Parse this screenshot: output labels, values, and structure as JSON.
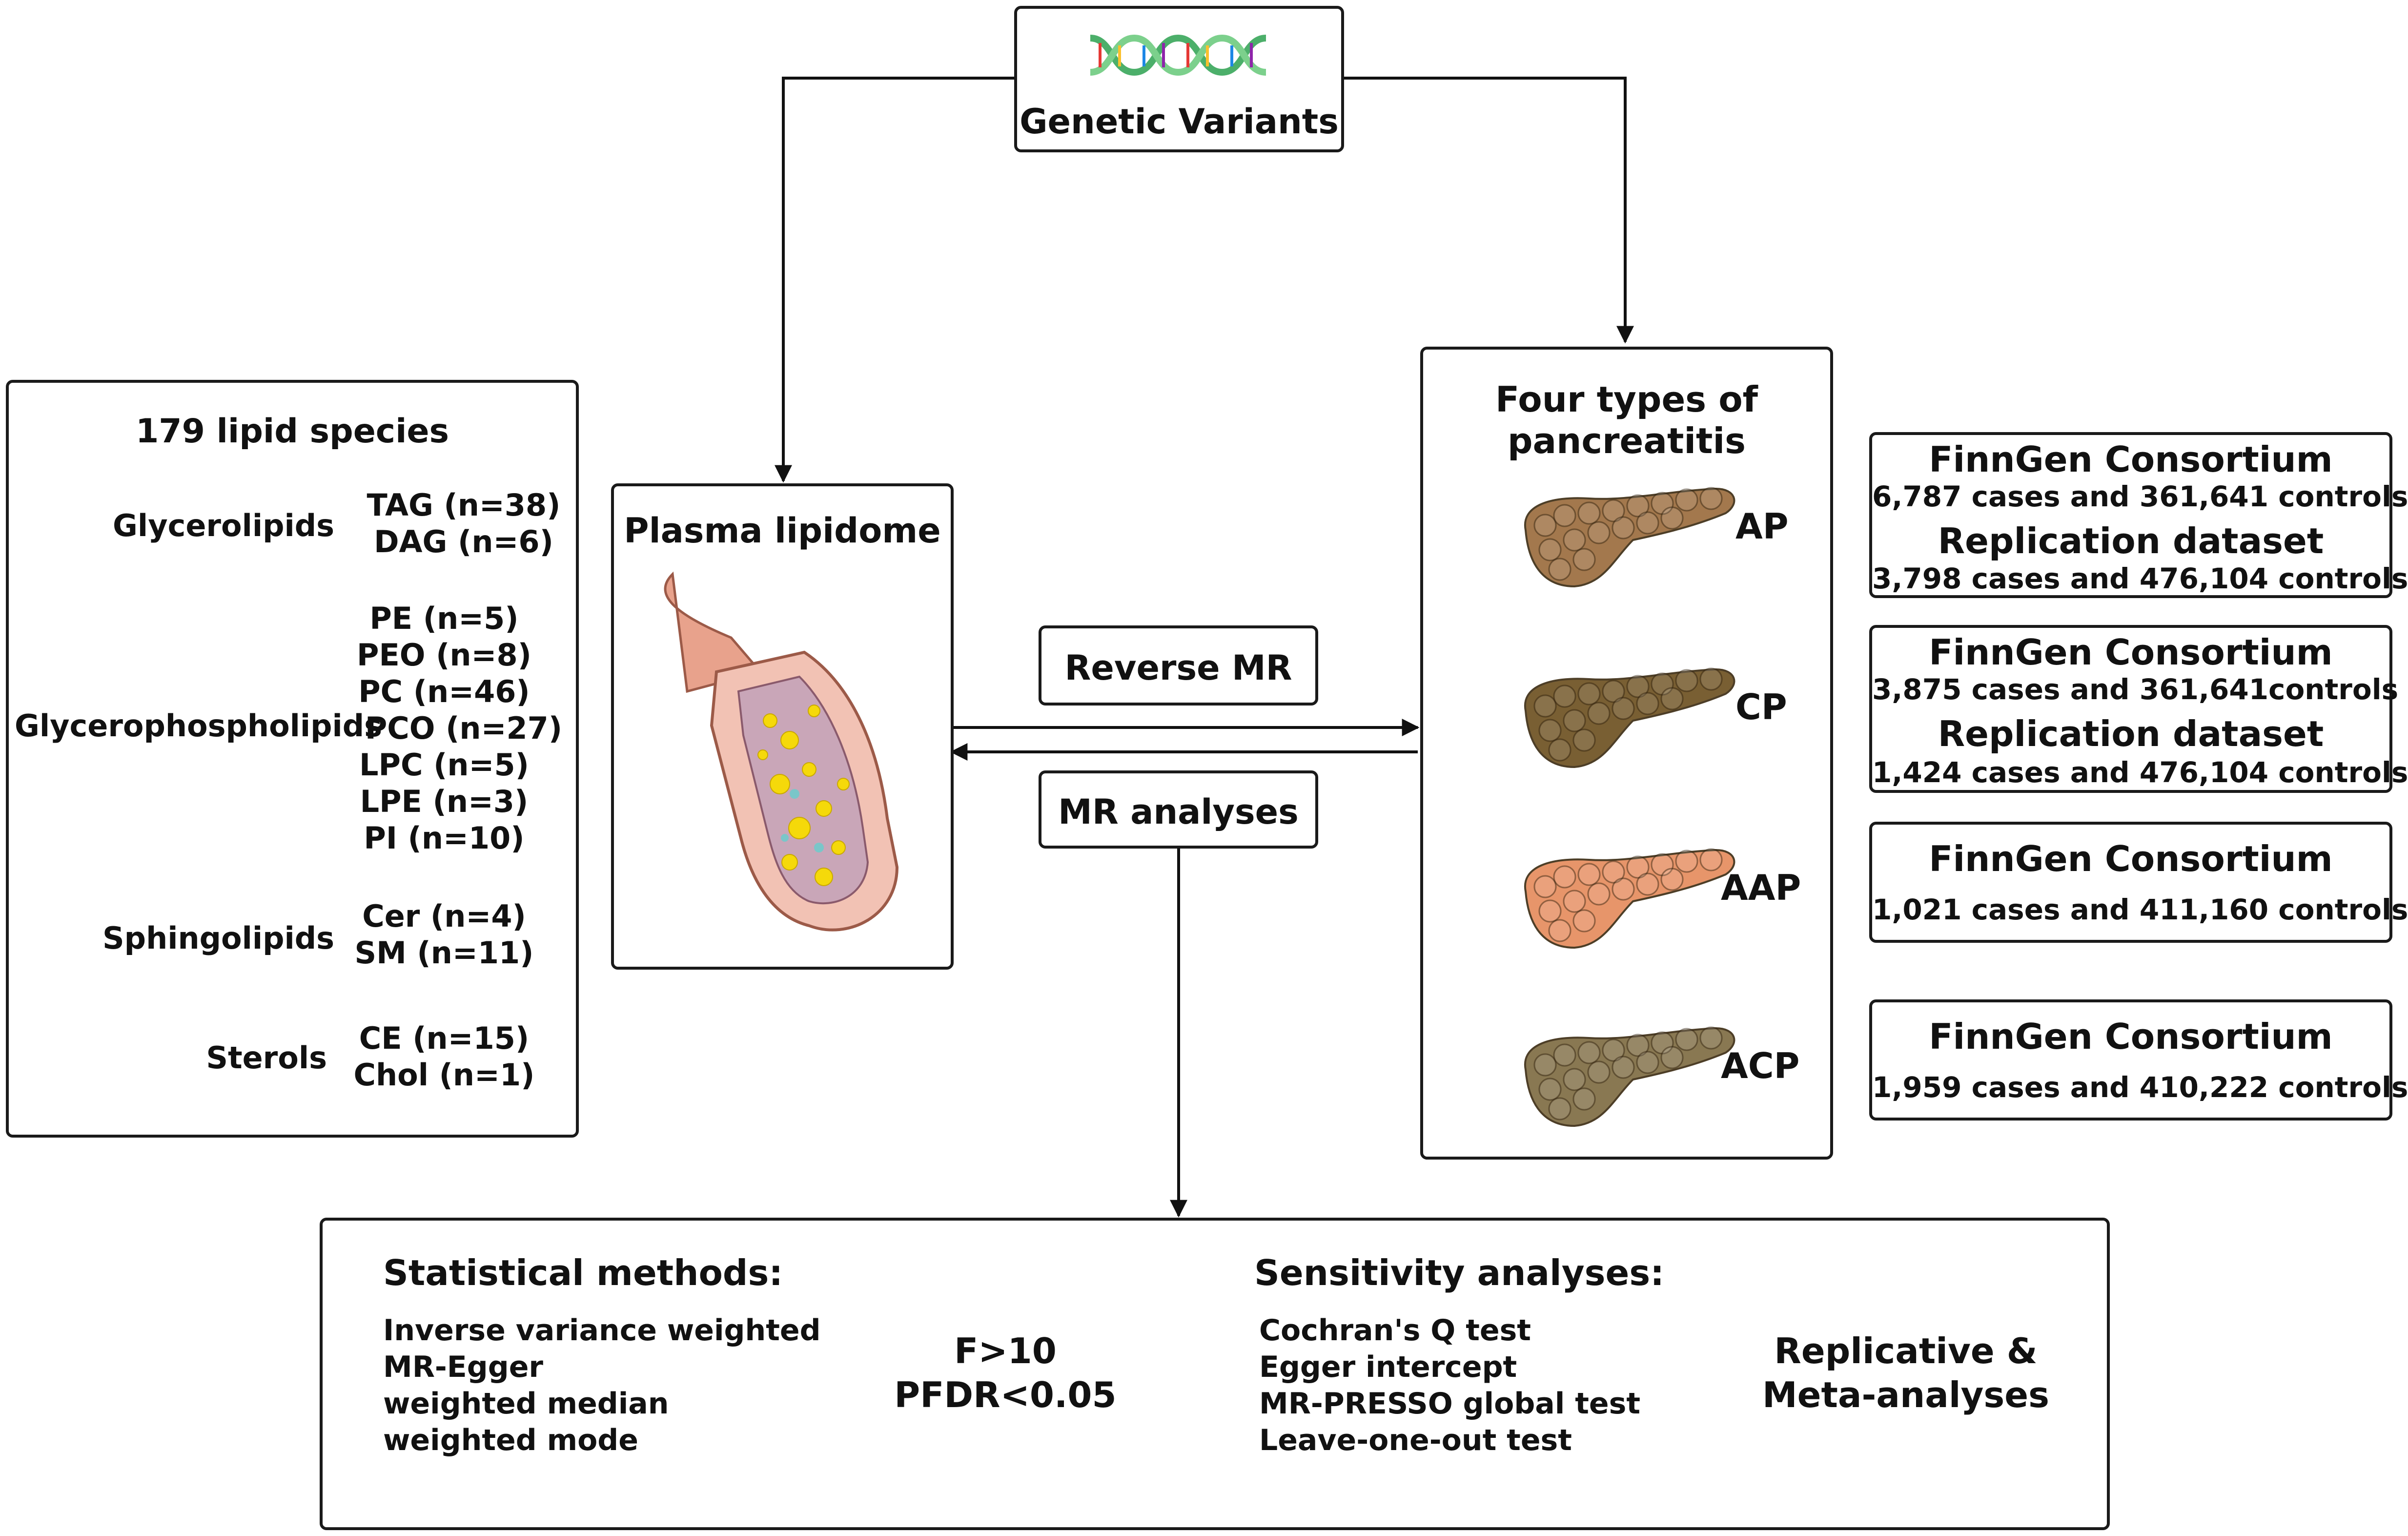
{
  "genetic_variants": {
    "label": "Genetic Variants",
    "icon": "dna-icon"
  },
  "lipid_species": {
    "title": "179 lipid species",
    "groups": [
      {
        "name": "Glycerolipids",
        "items": [
          "TAG (n=38)",
          "DAG (n=6)"
        ]
      },
      {
        "name": "Glycerophospholipids",
        "items": [
          "PE (n=5)",
          "PEO (n=8)",
          "PC (n=46)",
          "PCO (n=27)",
          "LPC (n=5)",
          "LPE (n=3)",
          "PI (n=10)"
        ]
      },
      {
        "name": "Sphingolipids",
        "items": [
          "Cer (n=4)",
          "SM (n=11)"
        ]
      },
      {
        "name": "Sterols",
        "items": [
          "CE (n=15)",
          "Chol (n=1)"
        ]
      }
    ]
  },
  "plasma": {
    "title": "Plasma lipidome",
    "icon": "blood-vessel-icon"
  },
  "reverse_mr": "Reverse MR",
  "mr_analyses": "MR analyses",
  "pancreatitis": {
    "title_line1": "Four types of",
    "title_line2": "pancreatitis",
    "types": [
      {
        "label": "AP",
        "icon": "pancreas-ap-icon",
        "color": "#9a6a3a"
      },
      {
        "label": "CP",
        "icon": "pancreas-cp-icon",
        "color": "#6b4e1e"
      },
      {
        "label": "AAP",
        "icon": "pancreas-aap-icon",
        "color": "#e58a5a"
      },
      {
        "label": "ACP",
        "icon": "pancreas-acp-icon",
        "color": "#7d6a40"
      }
    ]
  },
  "datasets": [
    {
      "title1": "FinnGen Consortium",
      "sub1": "6,787 cases and 361,641 controls",
      "title2": "Replication dataset",
      "sub2": "3,798 cases and 476,104 controls"
    },
    {
      "title1": "FinnGen Consortium",
      "sub1": "3,875 cases and 361,641controls",
      "title2": "Replication dataset",
      "sub2": "1,424 cases and 476,104 controls"
    },
    {
      "title1": "FinnGen Consortium",
      "sub1": "1,021 cases and 411,160 controls"
    },
    {
      "title1": "FinnGen Consortium",
      "sub1": "1,959 cases and 410,222 controls"
    }
  ],
  "bottom": {
    "stat_title": "Statistical methods:",
    "stat_items": [
      "Inverse variance weighted",
      "MR-Egger",
      "weighted median",
      "weighted mode"
    ],
    "criteria": [
      "F>10",
      "PFDR<0.05"
    ],
    "sens_title": "Sensitivity analyses:",
    "sens_items": [
      "Cochran's Q test",
      "Egger intercept",
      "MR-PRESSO global test",
      "Leave-one-out test"
    ],
    "final": [
      "Replicative &",
      "Meta-analyses"
    ]
  }
}
